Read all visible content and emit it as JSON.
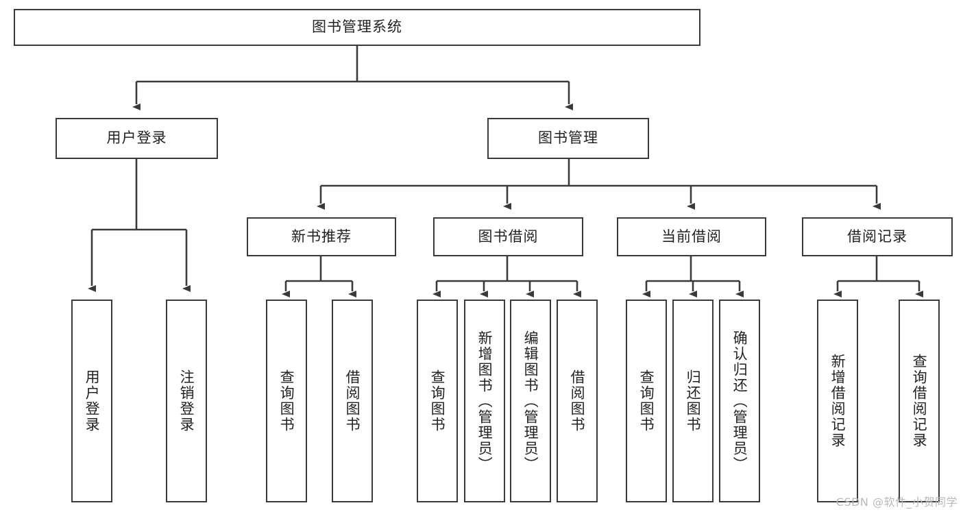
{
  "diagram": {
    "title": "图书管理系统",
    "type": "tree-hierarchy",
    "orientation": "top-down",
    "colors": {
      "border": "#3a3a3a",
      "node_fill": "#ffffff",
      "connector": "#3a3a3a",
      "text": "#222222",
      "watermark": "#b9b9b9",
      "background": "#ffffff"
    },
    "root": {
      "id": "root",
      "label": "图书管理系统",
      "orientation": "horizontal"
    },
    "level2": [
      {
        "id": "user-login",
        "label": "用户登录",
        "orientation": "horizontal"
      },
      {
        "id": "book-manage",
        "label": "图书管理",
        "orientation": "horizontal"
      }
    ],
    "level3": [
      {
        "id": "new-book-recommend",
        "label": "新书推荐",
        "orientation": "horizontal",
        "parent": "book-manage"
      },
      {
        "id": "book-borrow",
        "label": "图书借阅",
        "orientation": "horizontal",
        "parent": "book-manage"
      },
      {
        "id": "current-borrow",
        "label": "当前借阅",
        "orientation": "horizontal",
        "parent": "book-manage"
      },
      {
        "id": "borrow-record",
        "label": "借阅记录",
        "orientation": "horizontal",
        "parent": "book-manage"
      }
    ],
    "leaves": [
      {
        "id": "leaf-user-login",
        "label": "用户登录",
        "orientation": "vertical",
        "parent": "user-login"
      },
      {
        "id": "leaf-user-logout",
        "label": "注销登录",
        "orientation": "vertical",
        "parent": "user-login"
      },
      {
        "id": "leaf-query-book-1",
        "label": "查询图书",
        "orientation": "vertical",
        "parent": "new-book-recommend"
      },
      {
        "id": "leaf-borrow-book-1",
        "label": "借阅图书",
        "orientation": "vertical",
        "parent": "new-book-recommend"
      },
      {
        "id": "leaf-query-book-2",
        "label": "查询图书",
        "orientation": "vertical",
        "parent": "book-borrow"
      },
      {
        "id": "leaf-add-book",
        "label": "新增图书（管理员）",
        "orientation": "vertical",
        "parent": "book-borrow"
      },
      {
        "id": "leaf-edit-book",
        "label": "编辑图书（管理员）",
        "orientation": "vertical",
        "parent": "book-borrow"
      },
      {
        "id": "leaf-borrow-book-2",
        "label": "借阅图书",
        "orientation": "vertical",
        "parent": "book-borrow"
      },
      {
        "id": "leaf-query-book-3",
        "label": "查询图书",
        "orientation": "vertical",
        "parent": "current-borrow"
      },
      {
        "id": "leaf-return-book",
        "label": "归还图书",
        "orientation": "vertical",
        "parent": "current-borrow"
      },
      {
        "id": "leaf-confirm-return",
        "label": "确认归还（管理员）",
        "orientation": "vertical",
        "parent": "current-borrow"
      },
      {
        "id": "leaf-add-record",
        "label": "新增借阅记录",
        "orientation": "vertical",
        "parent": "borrow-record"
      },
      {
        "id": "leaf-query-record",
        "label": "查询借阅记录",
        "orientation": "vertical",
        "parent": "borrow-record"
      }
    ]
  },
  "watermark": {
    "text": "CSDN @软件_小贺同学"
  }
}
